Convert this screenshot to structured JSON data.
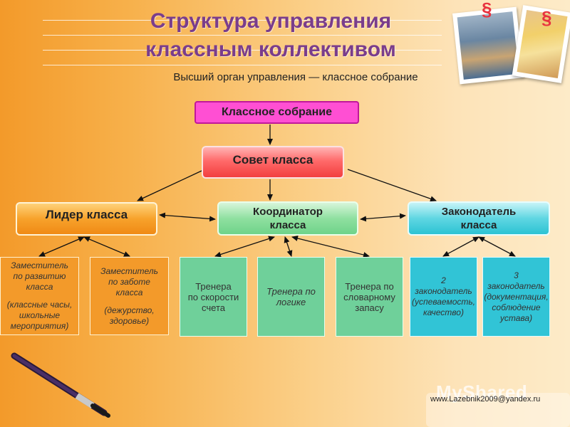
{
  "title_line1": "Структура управления",
  "title_line2": "классным коллективом",
  "subtitle": "Высший орган управления — классное собрание",
  "nodes": {
    "klassnoe_sobranie": "Классное собрание",
    "sovet_klassa": "Совет класса",
    "lider": "Лидер класса",
    "koordinator_l1": "Координатор",
    "koordinator_l2": "класса",
    "zakonodatel_l1": "Законодатель",
    "zakonodatel_l2": "класса"
  },
  "sub_boxes": {
    "zam_razvitie": [
      "Заместитель",
      "по развитию",
      "класса",
      "(классные часы,",
      "школьные",
      "мероприятия)"
    ],
    "zam_zabota": [
      "Заместитель",
      "по заботе",
      "класса",
      "(дежурство,",
      "здоровье)"
    ],
    "trener_schet": [
      "Тренера",
      "по скорости",
      "счета"
    ],
    "trener_logika": [
      "Тренера по",
      "логике"
    ],
    "trener_slovar": [
      "Тренера по",
      "словарному",
      "запасу"
    ],
    "zak2": [
      "2 законодатель",
      "(успеваемость,",
      "качество)"
    ],
    "zak3": [
      "3 законодатель",
      "(документация,",
      "соблюдение",
      "устава)"
    ]
  },
  "email": "www.Lazebnik2009@yandex.ru",
  "watermark": "MyShared",
  "colors": {
    "title": "#7a3d8c",
    "sobranie": "#ff4fd3",
    "sovet": "#f23f3f",
    "orange": "#f39a2a",
    "green": "#6fd09a",
    "cyan": "#31c4d6"
  }
}
